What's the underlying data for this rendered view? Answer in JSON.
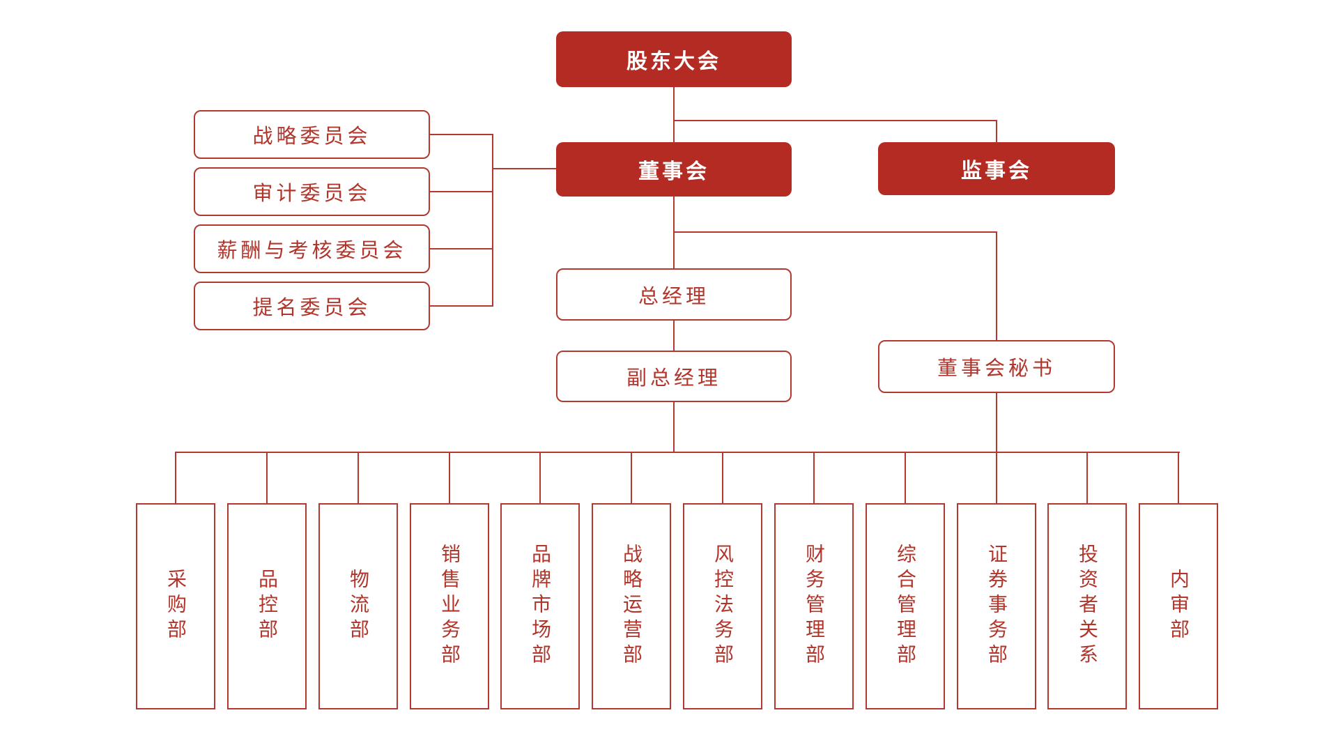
{
  "org": {
    "root": {
      "label": "股东大会"
    },
    "governance": [
      {
        "label": "董事会"
      },
      {
        "label": "监事会"
      }
    ],
    "committees": [
      {
        "label": "战略委员会"
      },
      {
        "label": "审计委员会"
      },
      {
        "label": "薪酬与考核委员会"
      },
      {
        "label": "提名委员会"
      }
    ],
    "executives": [
      {
        "label": "总经理"
      },
      {
        "label": "副总经理"
      }
    ],
    "secretary": {
      "label": "董事会秘书"
    },
    "departments": [
      {
        "label": "采购部"
      },
      {
        "label": "品控部"
      },
      {
        "label": "物流部"
      },
      {
        "label": "销售业务部"
      },
      {
        "label": "品牌市场部"
      },
      {
        "label": "战略运营部"
      },
      {
        "label": "风控法务部"
      },
      {
        "label": "财务管理部"
      },
      {
        "label": "综合管理部"
      },
      {
        "label": "证券事务部"
      },
      {
        "label": "投资者关系"
      },
      {
        "label": "内审部"
      }
    ]
  },
  "colors": {
    "node_fill": "#b32b22",
    "line_color": "#b03a30",
    "text_red": "#b1352b",
    "bg": "#ffffff"
  }
}
